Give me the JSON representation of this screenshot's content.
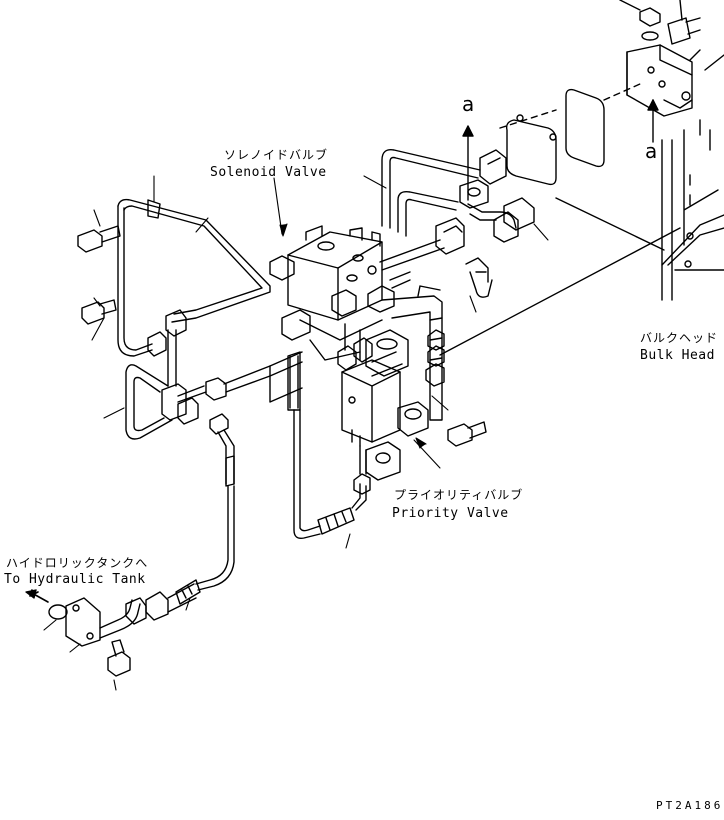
{
  "labels": {
    "solenoid_valve_ja": "ソレノイドバルブ",
    "solenoid_valve_en": "Solenoid Valve",
    "bulk_head_ja": "バルクヘッド",
    "bulk_head_en": "Bulk Head",
    "priority_valve_ja": "プライオリティバルブ",
    "priority_valve_en": "Priority Valve",
    "hydraulic_tank_ja": "ハイドロリックタンクへ",
    "hydraulic_tank_en": "To Hydraulic Tank",
    "ref_a_top": "a",
    "ref_a_right": "a",
    "drawing_code": "PT2A186"
  }
}
